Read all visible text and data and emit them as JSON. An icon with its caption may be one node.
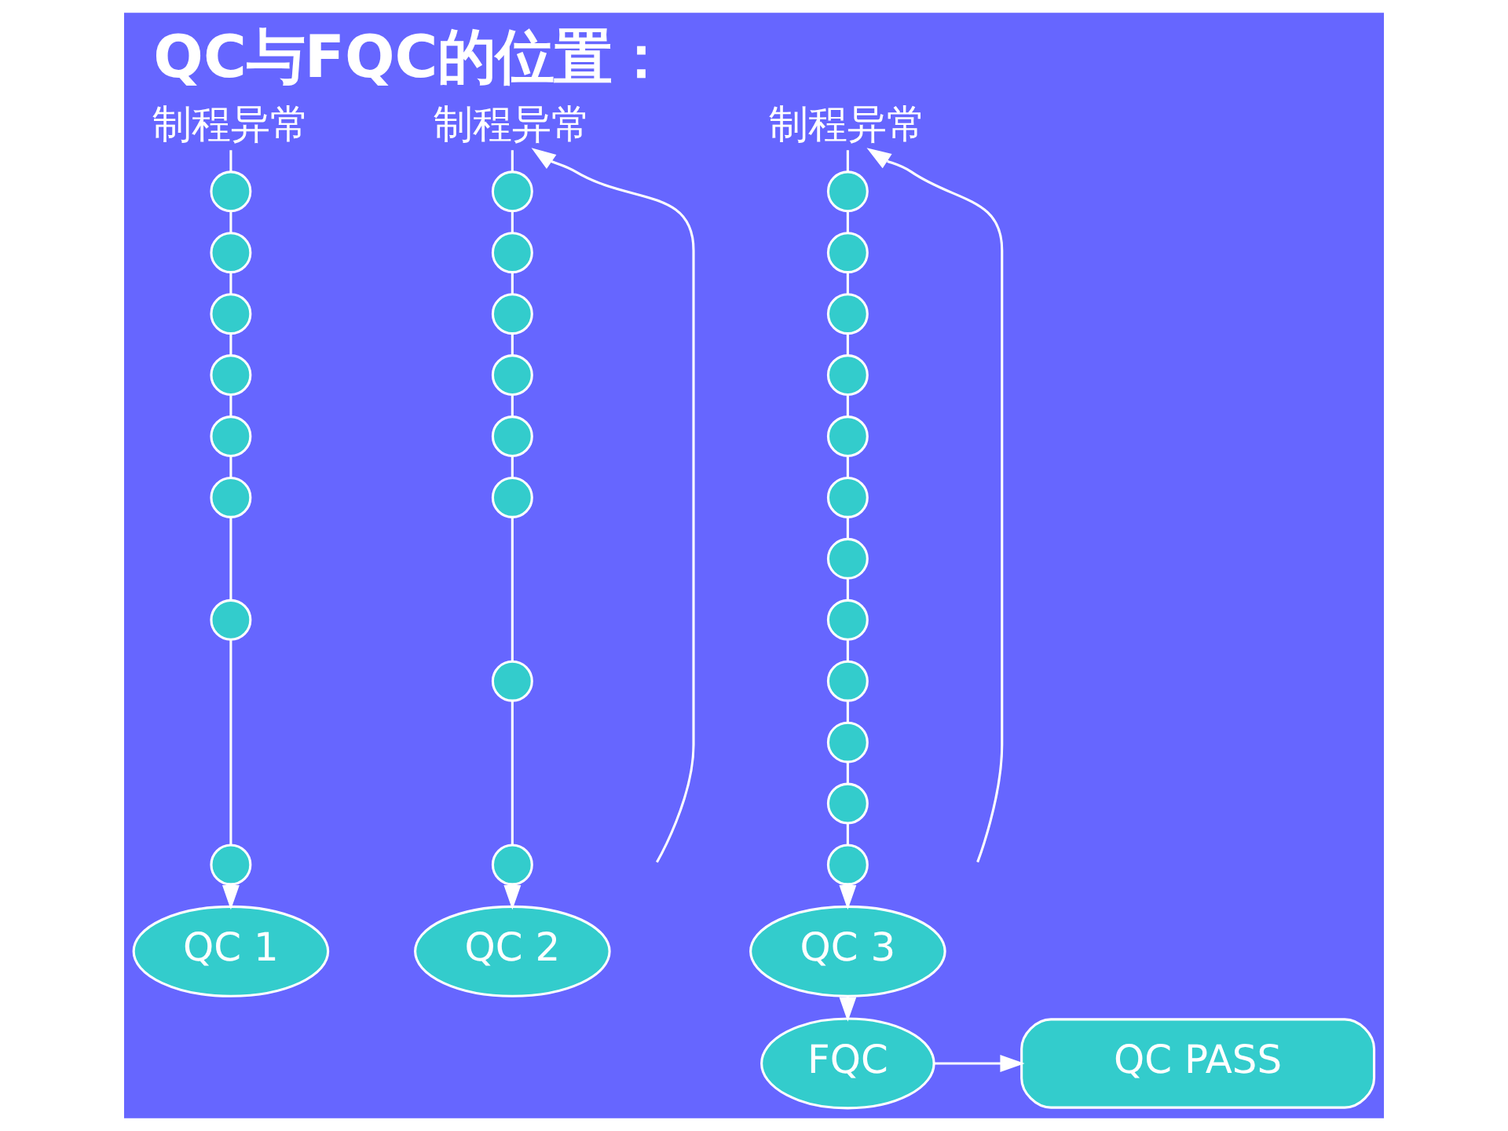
{
  "diagram": {
    "title": "QC与FQC的位置：",
    "nodes": [
      {
        "text": [
          "制程异常"
        ]
      },
      {
        "text": [
          "制程异常"
        ]
      },
      {
        "text": [
          "制程异常"
        ]
      },
      {
        "text": [],
        "shape": "circle"
      },
      {
        "text": [],
        "shape": "circle"
      },
      {
        "text": [],
        "shape": "circle"
      },
      {
        "text": [],
        "shape": "circle"
      },
      {
        "text": [],
        "shape": "circle"
      },
      {
        "text": [],
        "shape": "circle"
      },
      {
        "text": [],
        "shape": "circle"
      },
      {
        "text": [],
        "shape": "circle"
      },
      {
        "text": [],
        "shape": "circle"
      },
      {
        "text": [],
        "shape": "circle"
      },
      {
        "text": [],
        "shape": "circle"
      },
      {
        "text": [],
        "shape": "circle"
      },
      {
        "text": [],
        "shape": "circle"
      },
      {
        "text": [],
        "shape": "circle"
      },
      {
        "text": [],
        "shape": "circle"
      },
      {
        "text": [],
        "shape": "circle"
      },
      {
        "text": [],
        "shape": "circle"
      },
      {
        "text": [],
        "shape": "circle"
      },
      {
        "text": [],
        "shape": "circle"
      },
      {
        "text": [],
        "shape": "circle"
      },
      {
        "text": [],
        "shape": "circle"
      },
      {
        "text": [],
        "shape": "circle"
      },
      {
        "text": [],
        "shape": "circle"
      },
      {
        "text": [],
        "shape": "circle"
      },
      {
        "text": [],
        "shape": "circle"
      },
      {
        "text": [],
        "shape": "circle"
      },
      {
        "text": [],
        "shape": "circle"
      },
      {
        "text": [],
        "shape": "circle"
      },
      {
        "text": [
          "QC 1"
        ]
      },
      {
        "text": [
          "QC 2"
        ]
      },
      {
        "text": [
          "QC 3"
        ]
      },
      {
        "text": [
          "FQC"
        ]
      },
      {
        "text": [
          "QC PASS"
        ]
      }
    ],
    "edges": [
      {
        "from": 0,
        "to": 3,
        "arrow": "none"
      },
      {
        "from": 3,
        "to": 4,
        "arrow": "none"
      },
      {
        "from": 4,
        "to": 5,
        "arrow": "none"
      },
      {
        "from": 5,
        "to": 6,
        "arrow": "none"
      },
      {
        "from": 6,
        "to": 7,
        "arrow": "none"
      },
      {
        "from": 7,
        "to": 8,
        "arrow": "none"
      },
      {
        "from": 8,
        "to": 9,
        "arrow": "none"
      },
      {
        "from": 9,
        "to": 10,
        "arrow": "none"
      },
      {
        "from": 10,
        "to": 31,
        "arrow": "to"
      },
      {
        "from": null,
        "to": 1,
        "arrow": "to"
      },
      {
        "from": 1,
        "to": 11,
        "arrow": "none"
      },
      {
        "from": 11,
        "to": 12,
        "arrow": "none"
      },
      {
        "from": 12,
        "to": 13,
        "arrow": "none"
      },
      {
        "from": 13,
        "to": 14,
        "arrow": "none"
      },
      {
        "from": 14,
        "to": 15,
        "arrow": "none"
      },
      {
        "from": 15,
        "to": 16,
        "arrow": "none"
      },
      {
        "from": 16,
        "to": 17,
        "arrow": "none"
      },
      {
        "from": 17,
        "to": 18,
        "arrow": "none"
      },
      {
        "from": 18,
        "to": 32,
        "arrow": "to"
      },
      {
        "from": null,
        "to": 2,
        "arrow": "to"
      },
      {
        "from": 2,
        "to": 19,
        "arrow": "none"
      },
      {
        "from": 19,
        "to": 20,
        "arrow": "none"
      },
      {
        "from": 20,
        "to": 21,
        "arrow": "none"
      },
      {
        "from": 21,
        "to": 22,
        "arrow": "none"
      },
      {
        "from": 22,
        "to": 23,
        "arrow": "none"
      },
      {
        "from": 23,
        "to": 24,
        "arrow": "none"
      },
      {
        "from": 24,
        "to": 25,
        "arrow": "none"
      },
      {
        "from": 25,
        "to": 26,
        "arrow": "none"
      },
      {
        "from": 26,
        "to": 27,
        "arrow": "none"
      },
      {
        "from": 27,
        "to": 28,
        "arrow": "none"
      },
      {
        "from": 28,
        "to": 29,
        "arrow": "none"
      },
      {
        "from": 29,
        "to": 30,
        "arrow": "none"
      },
      {
        "from": 30,
        "to": 33,
        "arrow": "to"
      },
      {
        "from": 33,
        "to": 34,
        "arrow": "to"
      },
      {
        "from": 34,
        "to": 35,
        "arrow": "to"
      }
    ]
  }
}
